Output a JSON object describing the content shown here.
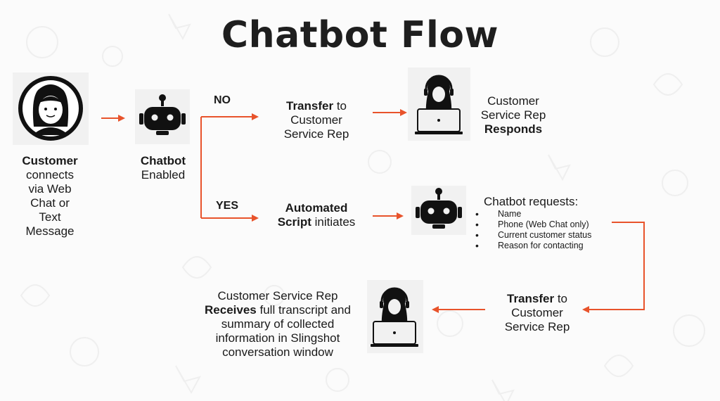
{
  "title": "Chatbot Flow",
  "customer": {
    "bold": "Customer",
    "lines": [
      "connects",
      "via Web",
      "Chat or",
      "Text",
      "Message"
    ]
  },
  "chatbot": {
    "bold": "Chatbot",
    "rest": "Enabled"
  },
  "branch_no": "NO",
  "branch_yes": "YES",
  "transfer_top": {
    "bold": "Transfer",
    "rest1": " to",
    "line2": "Customer",
    "line3": "Service Rep"
  },
  "rep_responds": {
    "line1": "Customer",
    "line2": "Service Rep",
    "bold": "Responds"
  },
  "automated": {
    "bold1": "Automated",
    "bold2": "Script",
    "rest": " initiates"
  },
  "requests": {
    "title": "Chatbot requests:",
    "items": [
      "Name",
      "Phone (Web Chat only)",
      "Current customer status",
      "Reason for contacting"
    ]
  },
  "transfer_bottom": {
    "bold": "Transfer",
    "rest1": " to",
    "line2": "Customer",
    "line3": "Service Rep"
  },
  "rep_receives": {
    "line1": "Customer Service Rep",
    "bold": "Receives",
    "rest2": " full transcript and",
    "line3": "summary of collected",
    "line4": "information in Slingshot",
    "line5": "conversation window"
  },
  "colors": {
    "arrow": "#e8532b",
    "text": "#1a1a1a",
    "icon": "#111111",
    "tile": "#f1f1f1"
  },
  "icons": [
    "customer-avatar-icon",
    "robot-icon",
    "support-agent-laptop-icon"
  ]
}
